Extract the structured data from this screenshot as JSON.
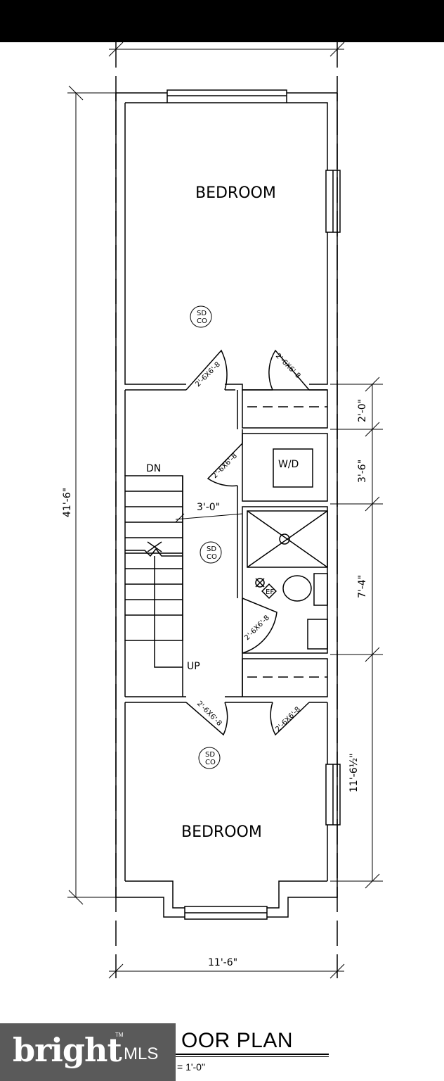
{
  "plan": {
    "rooms": {
      "bedroom_top": "BEDROOM",
      "bedroom_bottom": "BEDROOM",
      "wd": "W/D"
    },
    "stairs": {
      "dn": "DN",
      "up": "UP"
    },
    "smoke_detector": {
      "line1": "SD",
      "line2": "CO"
    },
    "exhaust_fan": "EF",
    "door_tag": "2'-6X6'-8",
    "dimensions": {
      "overall_length": "41'-6\"",
      "overall_width": "11'-6\"",
      "hall_width": "3'-0\"",
      "closet": "2'-0\"",
      "laundry": "3'-6\"",
      "bath": "7'-4\"",
      "front_bedroom": "11'-6½\""
    }
  },
  "title": {
    "text": "OOR PLAN",
    "scale": "= 1'-0\""
  },
  "logo": {
    "word": "bright",
    "suffix": "MLS",
    "mark": "TM"
  }
}
